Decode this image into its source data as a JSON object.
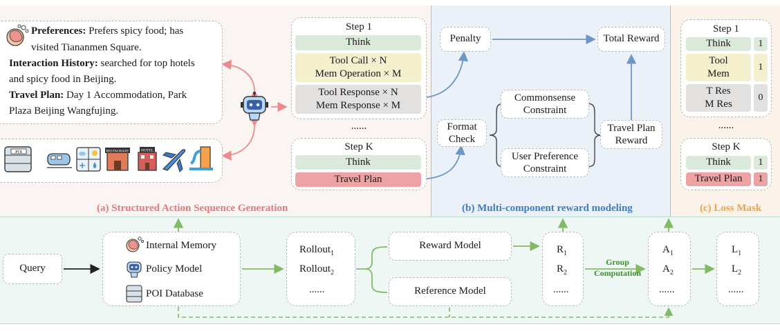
{
  "panel_a": {
    "caption": "(a) Structured Action Sequence Generation",
    "memory": {
      "preferences_label": "Preferences:",
      "preferences_text_1": " Prefers spicy food; has",
      "preferences_text_2": "visited Tiananmen Square.",
      "history_label": "Interaction History:",
      "history_text_1": "  searched for top hotels",
      "history_text_2": "and spicy food in Beijing.",
      "plan_label": "Travel Plan:",
      "plan_text_1": " Day 1 Accommodation, Park",
      "plan_text_2": "Plaza Beijing Wangfujing."
    },
    "tools": {
      "poi_label": "POI",
      "restaurant_label": "RESTAURANT",
      "hotel_label": "HOTEL"
    },
    "step1": {
      "title": "Step 1",
      "think": "Think",
      "tool_call": "Tool Call × N",
      "mem_op": "Mem Operation × M",
      "tool_resp": "Tool Response × N",
      "mem_resp": "Mem Response × M"
    },
    "ellipsis": "......",
    "stepk": {
      "title": "Step K",
      "think": "Think",
      "plan": "Travel Plan"
    }
  },
  "panel_b": {
    "caption": "(b) Multi-component reward modeling",
    "penalty": "Penalty",
    "total_reward": "Total Reward",
    "format_check_1": "Format",
    "format_check_2": "Check",
    "commonsense_1": "Commonsense",
    "commonsense_2": "Constraint",
    "user_pref_1": "User Preference",
    "user_pref_2": "Constraint",
    "travel_reward_1": "Travel Plan",
    "travel_reward_2": "Reward"
  },
  "panel_c": {
    "caption": "(c) Loss Mask",
    "step1": {
      "title": "Step 1",
      "rows": [
        {
          "label": "Think",
          "mask": "1"
        },
        {
          "label_1": "Tool",
          "label_2": "Mem",
          "mask": "1"
        },
        {
          "label_1": "T Res",
          "label_2": "M Res",
          "mask": "0"
        }
      ]
    },
    "ellipsis": "......",
    "stepk": {
      "title": "Step K",
      "rows": [
        {
          "label": "Think",
          "mask": "1"
        },
        {
          "label": "Travel Plan",
          "mask": "1"
        }
      ]
    }
  },
  "pipeline": {
    "query": "Query",
    "internal_memory": "Internal Memory",
    "policy_model": "Policy Model",
    "poi_database": "POI Database",
    "rollout": "Rollout",
    "sub1": "1",
    "sub2": "2",
    "ellipsis": "......",
    "reward_model": "Reward Model",
    "reference_model": "Reference Model",
    "r": "R",
    "a": "A",
    "l": "L",
    "group_1": "Group",
    "group_2": "Computation"
  },
  "colors": {
    "panel_a_bg": "#faf4f2",
    "panel_b_bg": "#eaf1f8",
    "panel_c_bg": "#fbf3ea",
    "pipeline_bg": "#eef7f4",
    "caption_a": "#e8787a",
    "caption_b": "#3f7cc4",
    "caption_c": "#f0a24a",
    "green_arrow": "#82b965",
    "blue_arrow": "#6f95c6",
    "pink_arrow": "#ee8a8e",
    "think_green": "#dbe9da",
    "tool_yellow": "#f4efcd",
    "resp_gray": "#e3e1e0",
    "plan_red": "#eda3a4",
    "mask_zero": "#e3e1e0"
  }
}
